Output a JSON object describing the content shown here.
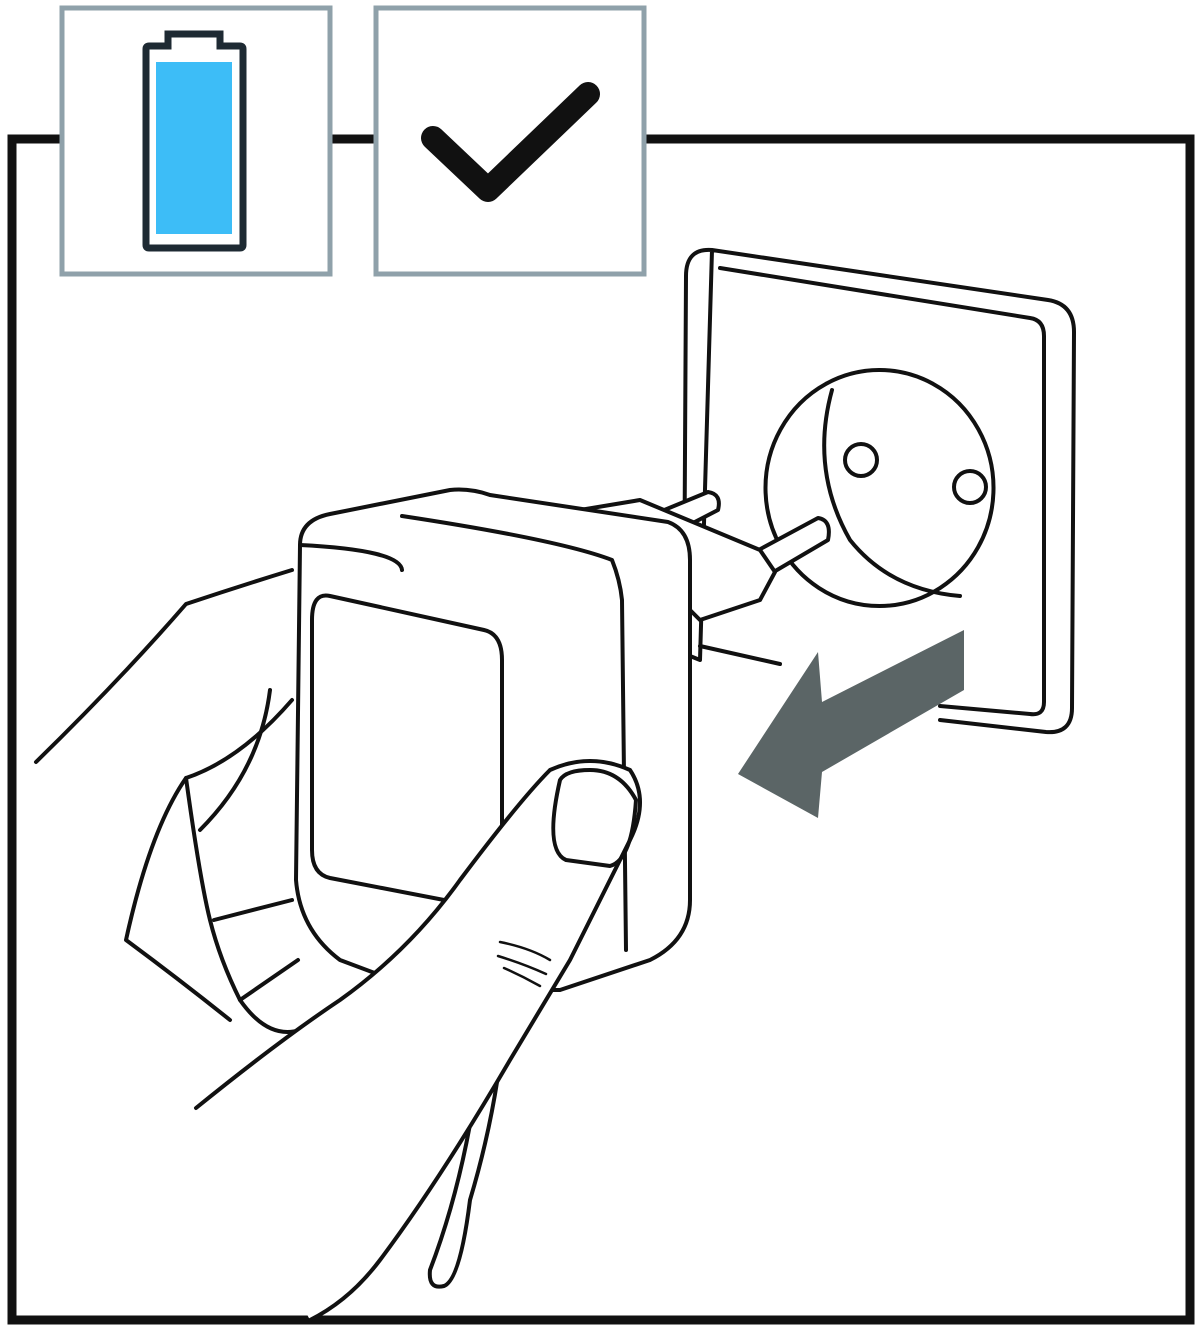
{
  "status_icons": [
    {
      "icon": "battery-full-icon",
      "battery_level": 1.0
    },
    {
      "icon": "checkmark-icon"
    }
  ],
  "illustration": {
    "subject": "hand-unplugging-charger-from-wall-socket",
    "arrow_direction": "away-from-socket"
  },
  "colors": {
    "frame": "#111111",
    "icon_box_border": "#8fa1aa",
    "battery_fill": "#3dbdf7",
    "battery_outline": "#1e2a33",
    "arrow": "#5b6566",
    "line_art": "#111111"
  }
}
